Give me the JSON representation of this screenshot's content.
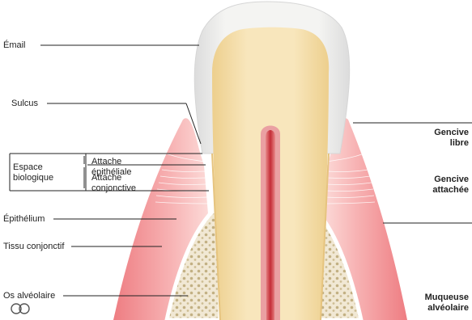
{
  "labels_left": {
    "email": "Émail",
    "sulcus": "Sulcus",
    "espace_biologique": "Espace\nbiologique",
    "attache_epitheliale": "Attache\népithéliale",
    "attache_conjonctive": "Attache\nconjonctive",
    "epithelium": "Épithélium",
    "tissu_conjonctif": "Tissu conjonctif",
    "os_alveolaire": "Os alvéolaire"
  },
  "labels_right": {
    "gencive_libre": "Gencive\nlibre",
    "gencive_attachee": "Gencive\nattachée",
    "muqueuse_alveolaire": "Muqueuse\nalvéolaire"
  },
  "colors": {
    "enamel": "#eeeeec",
    "dentin": "#f3dca4",
    "pulp": "#c9373e",
    "gum_outer": "#f08a8e",
    "gum_inner": "#fbd6d4",
    "bone": "#efe6d2",
    "bone_dots": "#b7a57a"
  }
}
